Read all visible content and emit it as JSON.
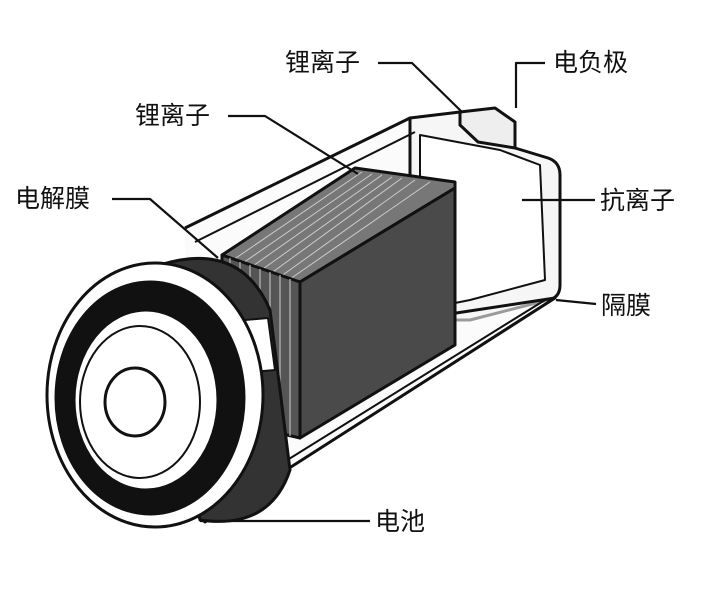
{
  "labels": {
    "li_ion_top": "锂离子",
    "negative_electrode": "电负极",
    "li_ion_left": "锂离子",
    "electrolyte_membrane": "电解膜",
    "anti_ion": "抗离子",
    "separator": "隔膜",
    "battery": "电池"
  },
  "colors": {
    "ink": "#111111",
    "stack": "#4a4a4a",
    "stack_dark": "#333333",
    "case_fill": "#f4f4f4"
  }
}
